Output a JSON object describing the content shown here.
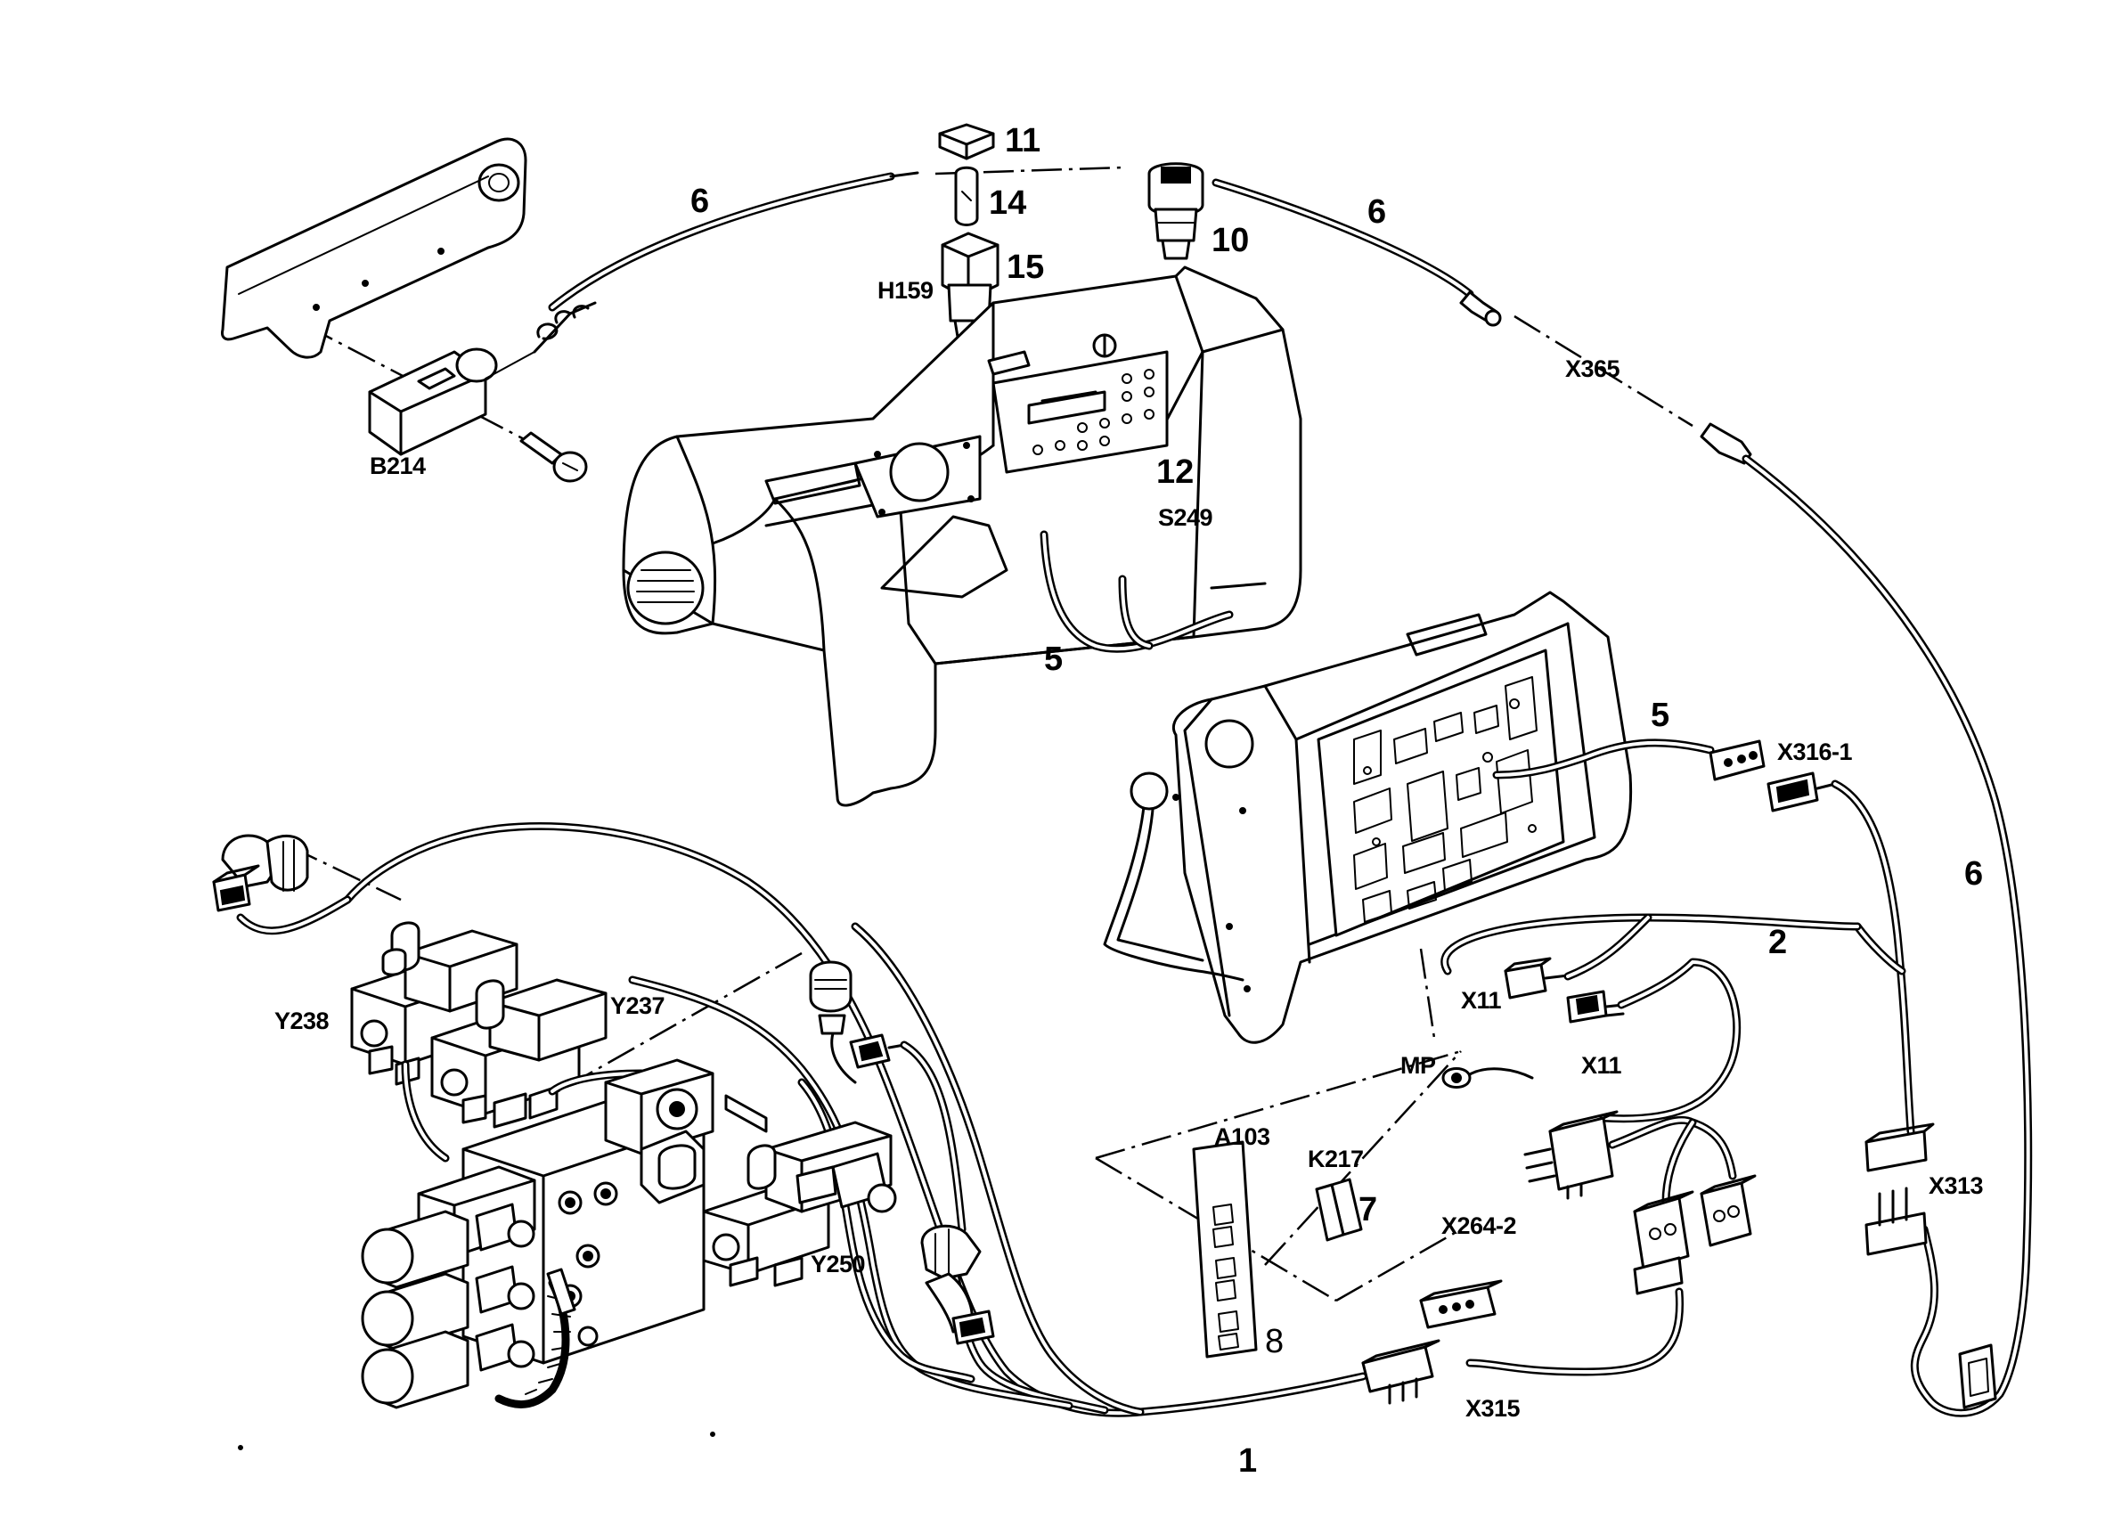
{
  "callouts": {
    "n11": "11",
    "n14": "14",
    "n15": "15",
    "n10": "10",
    "n12": "12",
    "n6a": "6",
    "n6b": "6",
    "n6c": "6",
    "n5a": "5",
    "n5b": "5",
    "n2": "2",
    "n7": "7",
    "n8": "8",
    "n1": "1"
  },
  "designations": {
    "h159": "H159",
    "b214": "B214",
    "s249": "S249",
    "x365": "X365",
    "x316_1": "X316-1",
    "x11a": "X11",
    "x11b": "X11",
    "mp": "MP",
    "a103": "A103",
    "k217": "K217",
    "x264_2": "X264-2",
    "x313": "X313",
    "x315": "X315",
    "y237": "Y237",
    "y238": "Y238",
    "y250": "Y250"
  }
}
